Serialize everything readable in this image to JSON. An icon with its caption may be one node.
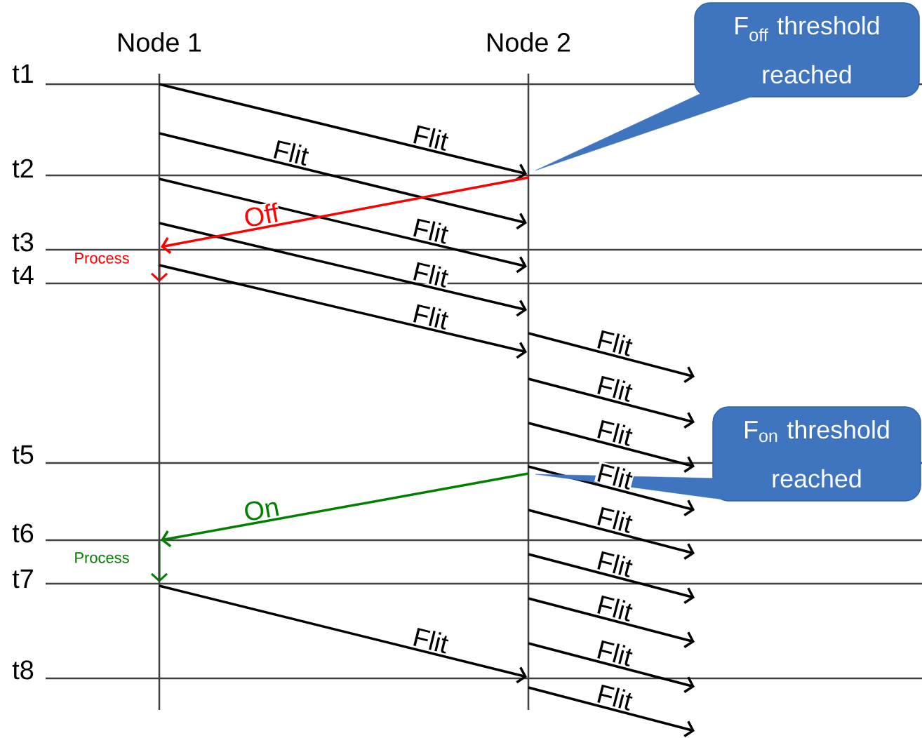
{
  "diagram": {
    "nodes": [
      {
        "text": [
          "Node 1"
        ]
      },
      {
        "text": [
          "Node 2"
        ]
      },
      {
        "text": [
          "F$_{off}$ threshold reached"
        ]
      },
      {
        "text": [
          "F$_{on}$ threshold reached"
        ]
      }
    ],
    "edges": [
      {
        "from": 0,
        "to": 1,
        "arrow": "to",
        "label": "Flit"
      },
      {
        "from": 0,
        "to": 1,
        "arrow": "to",
        "label": "Flit"
      },
      {
        "from": 0,
        "to": 1,
        "arrow": "to",
        "label": "Flit"
      },
      {
        "from": 0,
        "to": 1,
        "arrow": "to",
        "label": "Flit"
      },
      {
        "from": 0,
        "to": 1,
        "arrow": "to",
        "label": "Flit"
      },
      {
        "from": 1,
        "to": 0,
        "arrow": "to",
        "label": "Off",
        "color": "#ff0000"
      },
      {
        "from": 1,
        "to": null,
        "arrow": "to",
        "label": "Flit"
      },
      {
        "from": 1,
        "to": null,
        "arrow": "to",
        "label": "Flit"
      },
      {
        "from": 1,
        "to": null,
        "arrow": "to",
        "label": "Flit"
      },
      {
        "from": 1,
        "to": null,
        "arrow": "to",
        "label": "Flit"
      },
      {
        "from": 1,
        "to": null,
        "arrow": "to",
        "label": "Flit"
      },
      {
        "from": 1,
        "to": null,
        "arrow": "to",
        "label": "Flit"
      },
      {
        "from": 1,
        "to": null,
        "arrow": "to",
        "label": "Flit"
      },
      {
        "from": 1,
        "to": null,
        "arrow": "to",
        "label": "Flit"
      },
      {
        "from": 1,
        "to": null,
        "arrow": "to",
        "label": "Flit"
      },
      {
        "from": 1,
        "to": 0,
        "arrow": "to",
        "label": "On",
        "color": "#008000"
      },
      {
        "from": 0,
        "to": 1,
        "arrow": "to",
        "label": "Flit"
      },
      {
        "from": 2,
        "to": 1,
        "arrow": "none",
        "color": "#3f74be"
      },
      {
        "from": 3,
        "to": 1,
        "arrow": "none",
        "color": "#3f74be"
      }
    ],
    "labels": [
      "t1",
      "t2",
      "t3",
      "Process",
      "t4",
      "t5",
      "t6",
      "Process",
      "t7",
      "t8"
    ]
  }
}
